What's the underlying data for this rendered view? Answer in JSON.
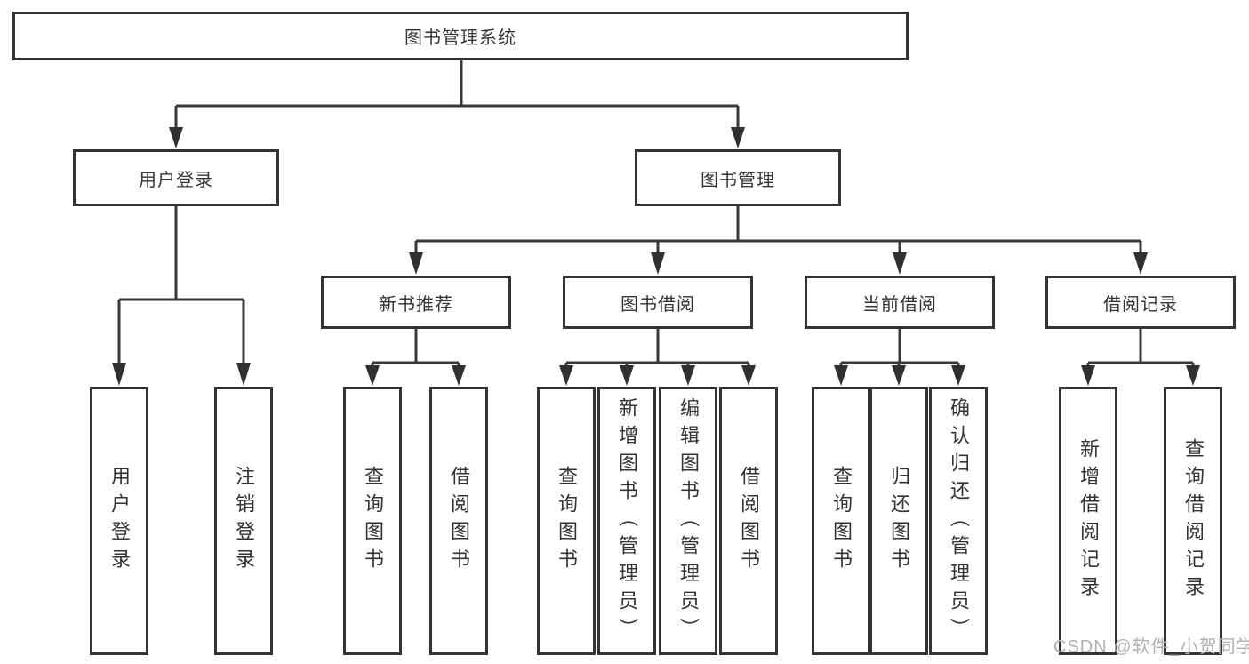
{
  "diagram": {
    "root": {
      "label": "图书管理系统"
    },
    "branches": [
      {
        "label": "用户登录",
        "children": [
          {
            "label": "用户登录"
          },
          {
            "label": "注销登录"
          }
        ]
      },
      {
        "label": "图书管理",
        "children": [
          {
            "label": "新书推荐",
            "children": [
              {
                "label": "查询图书"
              },
              {
                "label": "借阅图书"
              }
            ]
          },
          {
            "label": "图书借阅",
            "children": [
              {
                "label": "查询图书"
              },
              {
                "label": "新增图书（管理员）"
              },
              {
                "label": "编辑图书（管理员）"
              },
              {
                "label": "借阅图书"
              }
            ]
          },
          {
            "label": "当前借阅",
            "children": [
              {
                "label": "查询图书"
              },
              {
                "label": "归还图书"
              },
              {
                "label": "确认归还（管理员）"
              }
            ]
          },
          {
            "label": "借阅记录",
            "children": [
              {
                "label": "新增借阅记录"
              },
              {
                "label": "查询借阅记录"
              }
            ]
          }
        ]
      }
    ]
  },
  "watermark": {
    "text": "CSDN @软件_小贺同学"
  },
  "colors": {
    "line": "#383838",
    "arrow": "#303030",
    "box_border": "#333333",
    "text": "#333333",
    "watermark_text": "#b1b1b1",
    "background": "#ffffff"
  }
}
